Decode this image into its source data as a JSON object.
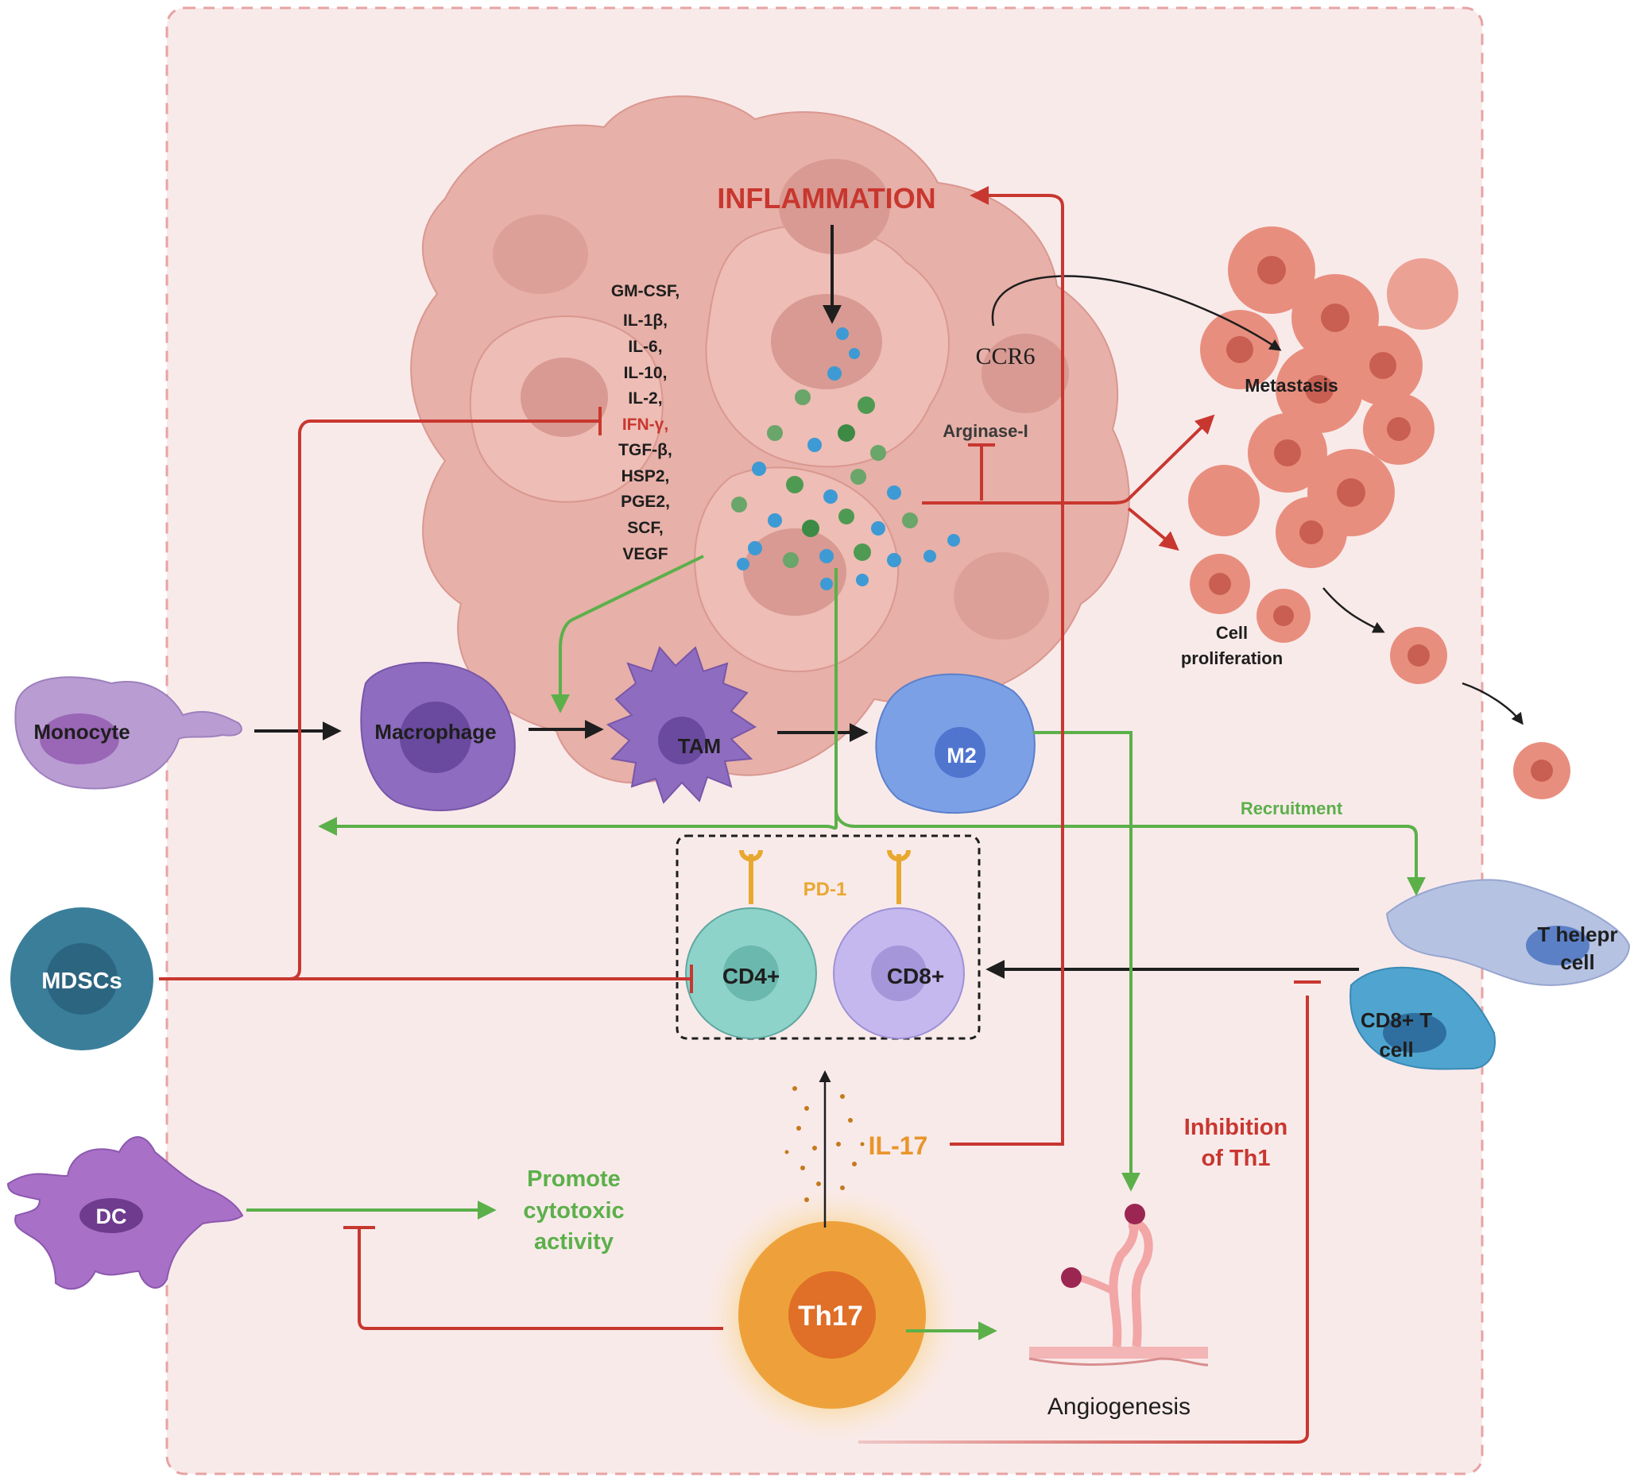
{
  "labels": {
    "inflammation": "INFLAMMATION",
    "cytokines": [
      "GM-CSF,",
      "IL-1β,",
      "IL-6,",
      "IL-10,",
      "IL-2,",
      "IFN-γ,",
      "TGF-β,",
      "HSP2,",
      "PGE2,",
      "SCF,",
      "VEGF"
    ],
    "ccr6": "CCR6",
    "arginase": "Arginase-I",
    "metastasis": "Metastasis",
    "cell_proliferation": [
      "Cell",
      "proliferation"
    ],
    "monocyte": "Monocyte",
    "macrophage": "Macrophage",
    "tam": "TAM",
    "m2": "M2",
    "recruitment": "Recruitment",
    "pd1": "PD-1",
    "cd4": "CD4+",
    "cd8": "CD8+",
    "mdscs": "MDSCs",
    "t_helper": [
      "T helepr",
      "cell"
    ],
    "cd8_t_cell": [
      "CD8+ T",
      "cell"
    ],
    "il17": "IL-17",
    "inhibition_th1": [
      "Inhibition",
      "of Th1"
    ],
    "dc": "DC",
    "promote": [
      "Promote",
      "cytotoxic",
      "activity"
    ],
    "th17": "Th17",
    "angiogenesis": "Angiogenesis"
  },
  "colors": {
    "background": "#f9eaea",
    "border": "#e7a3a3",
    "tumor": "#e7b0a8",
    "inhibit_red": "#c8372f",
    "promote_green": "#5bb04a",
    "arrow_black": "#1e1e1e",
    "pd1_orange": "#e8a830",
    "il17_orange": "#e8952a",
    "green_text": "#5bb04a",
    "red_text": "#c8372f"
  }
}
